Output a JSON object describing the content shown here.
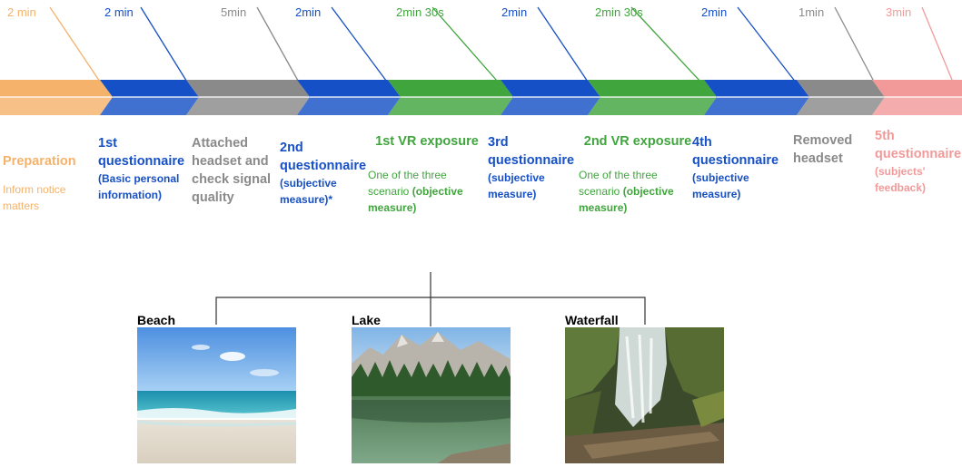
{
  "colors": {
    "orange": "#f5b26b",
    "blue": "#1650c6",
    "gray": "#8a8a8a",
    "green": "#41a53e",
    "pink": "#f29a9a"
  },
  "durations": [
    "2 min",
    "2 min",
    "5min",
    "2min",
    "2min 30s",
    "2min",
    "2min 30s",
    "2min",
    "1min",
    "3min"
  ],
  "stages": [
    {
      "title": "Preparation",
      "sub": "",
      "note": "Inform notice matters",
      "note_bold": "",
      "color": "orange"
    },
    {
      "title": "1st questionnaire",
      "sub": "(Basic personal information)",
      "note": "",
      "note_bold": "",
      "color": "blue"
    },
    {
      "title": "Attached headset and check signal quality",
      "sub": "",
      "note": "",
      "note_bold": "",
      "color": "gray"
    },
    {
      "title": "2nd questionnaire",
      "sub": "(subjective measure)*",
      "note": "",
      "note_bold": "",
      "color": "blue"
    },
    {
      "title": "1st VR exposure",
      "sub": "",
      "note": "One of the three scenario",
      "note_bold": " (objective measure)",
      "color": "green"
    },
    {
      "title": "3rd questionnaire",
      "sub": "(subjective measure)",
      "note": "",
      "note_bold": "",
      "color": "blue"
    },
    {
      "title": "2nd VR exposure",
      "sub": "",
      "note": "One of the three scenario",
      "note_bold": " (objective measure)",
      "color": "green"
    },
    {
      "title": "4th questionnaire",
      "sub": "(subjective measure)",
      "note": "",
      "note_bold": "",
      "color": "blue"
    },
    {
      "title": "Removed headset",
      "sub": "",
      "note": "",
      "note_bold": "",
      "color": "gray"
    },
    {
      "title": "5th questionnaire",
      "sub": "(subjects' feedback)",
      "note": "",
      "note_bold": "",
      "color": "pink"
    }
  ],
  "scenarios": [
    {
      "label": "Beach",
      "photo": "beach-photo"
    },
    {
      "label": "Lake",
      "photo": "lake-photo"
    },
    {
      "label": "Waterfall",
      "photo": "waterfall-photo"
    }
  ]
}
